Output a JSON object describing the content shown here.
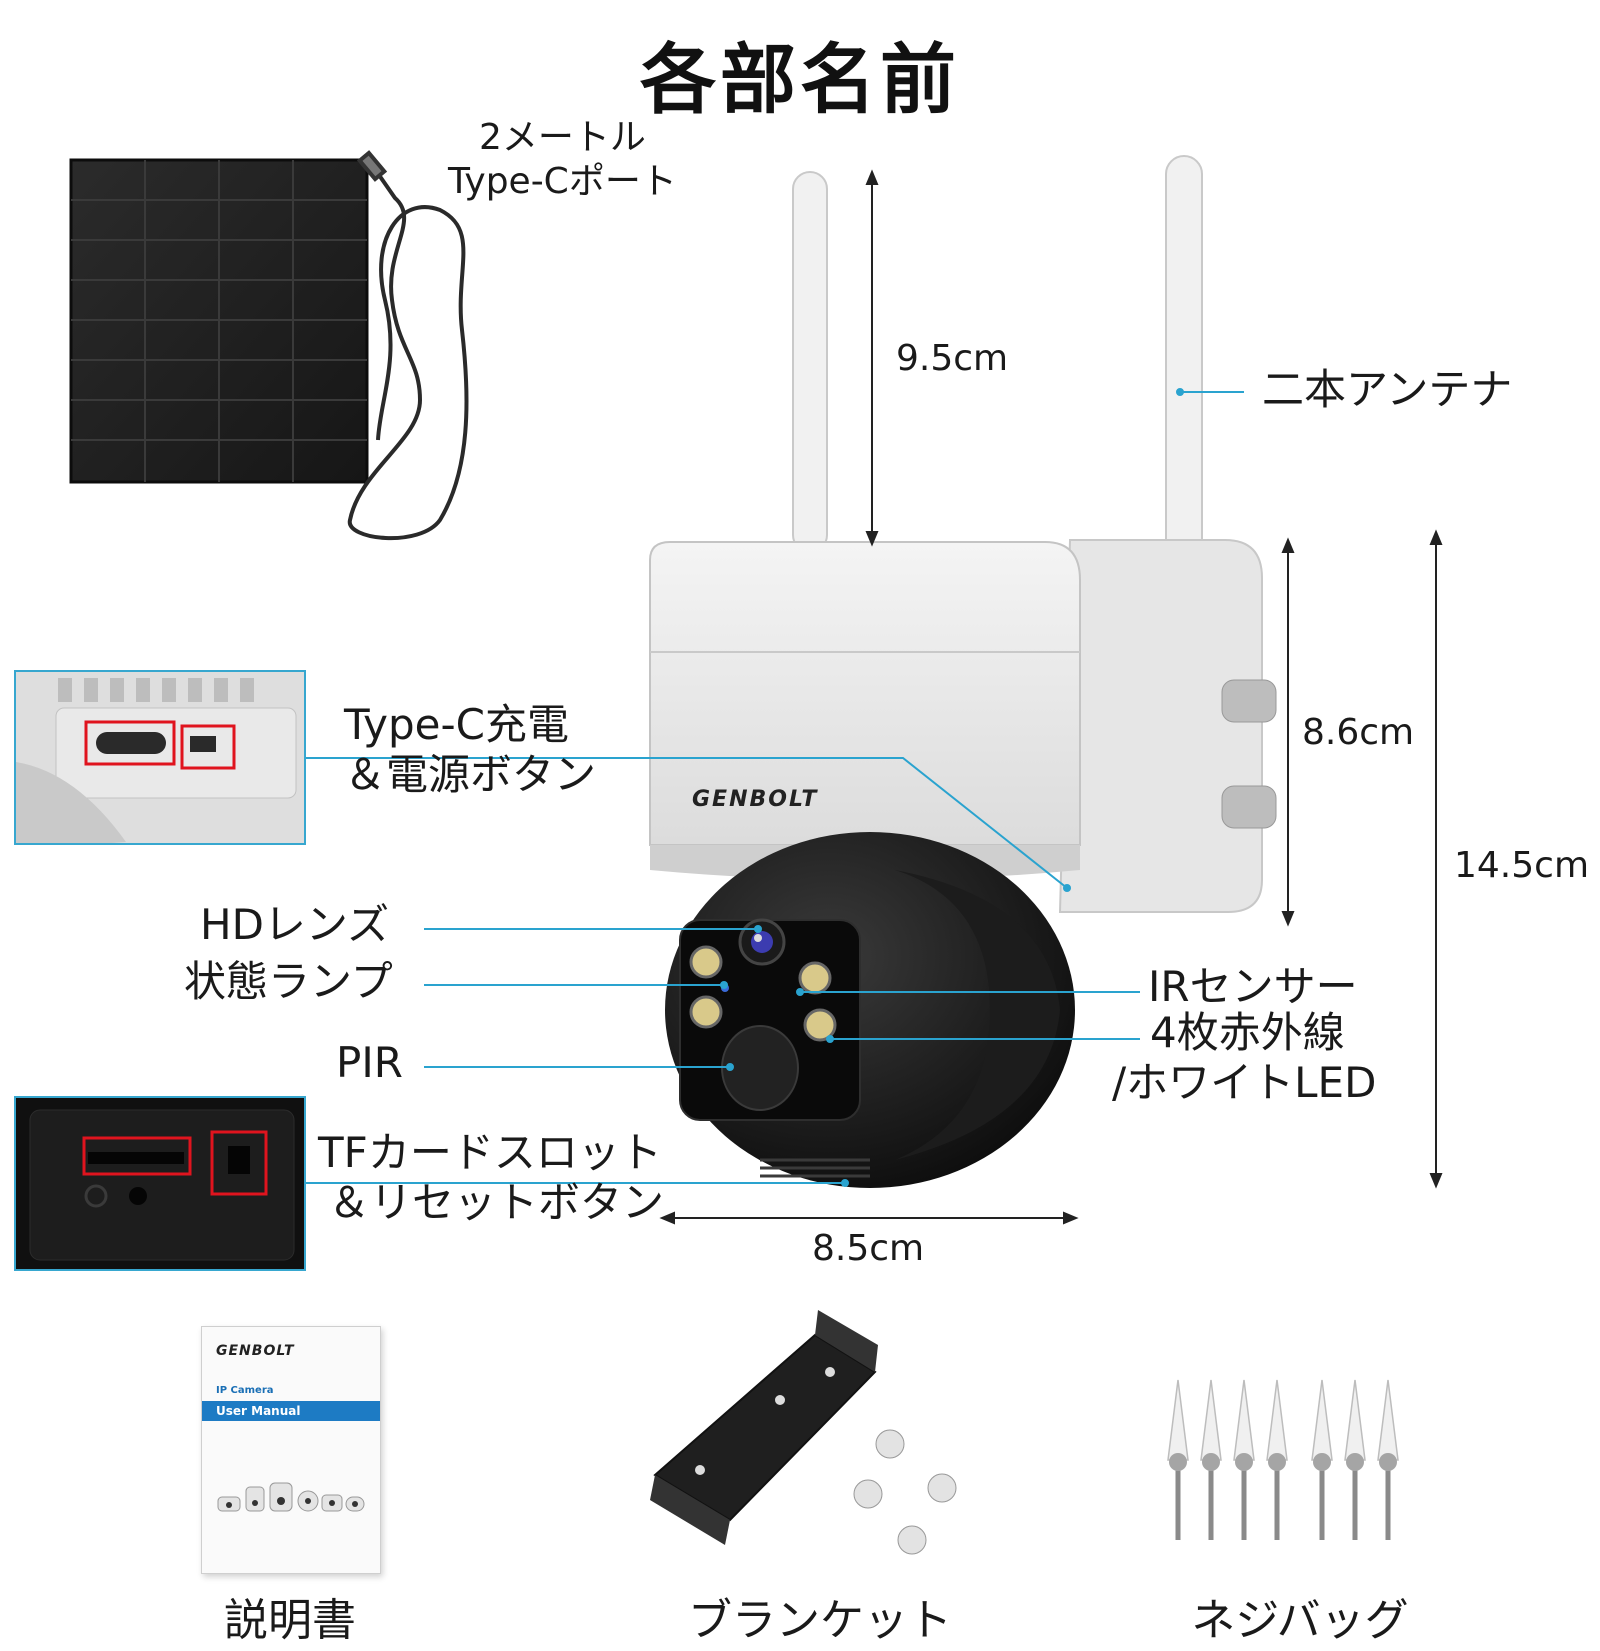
{
  "title": "各部名前",
  "labels": {
    "cable_port_line1": "2メートル",
    "cable_port_line2": "Type-Cポート",
    "antenna": "二本アンテナ",
    "typec_line1": "Type-C充電",
    "typec_line2": "＆電源ボタン",
    "hd_lens": "HDレンズ",
    "status_lamp": "状態ランプ",
    "pir": "PIR",
    "ir_sensor": "IRセンサー",
    "led_line1": "4枚赤外線",
    "led_line2": "/ホワイトLED",
    "tf_line1": "TFカードスロット",
    "tf_line2": "＆リセットボタン"
  },
  "dimensions": {
    "antenna_height": "9.5cm",
    "body_height": "8.6cm",
    "total_height": "14.5cm",
    "width": "8.5cm"
  },
  "camera": {
    "brand": "GENBOLT"
  },
  "manual": {
    "brand": "GENBOLT",
    "subtitle": "IP Camera",
    "heading": "User Manual"
  },
  "accessories": {
    "manual": "説明書",
    "bracket": "ブランケット",
    "screws": "ネジバッグ"
  },
  "colors": {
    "leader_line": "#2aa3cf",
    "highlight_box": "#e0141e"
  }
}
